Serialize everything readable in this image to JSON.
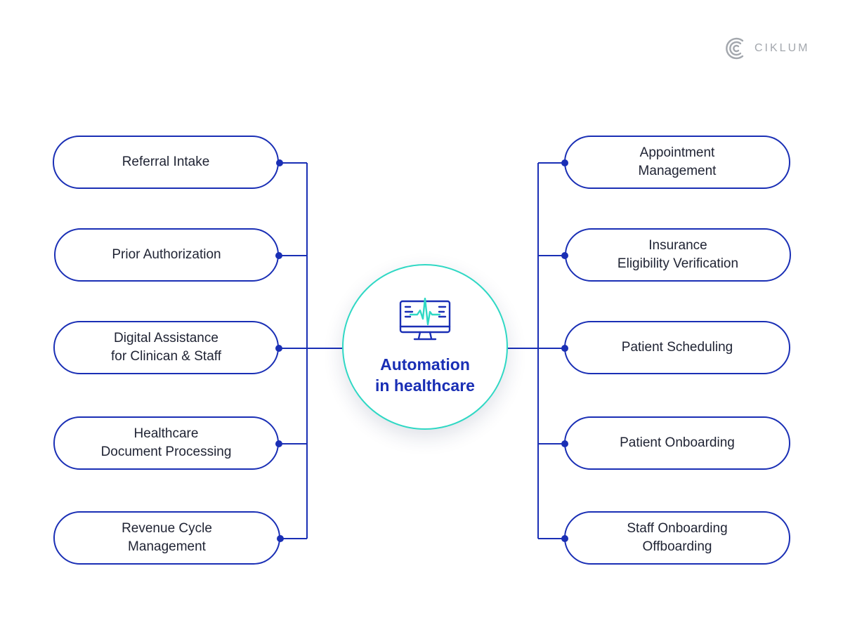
{
  "logo": {
    "text": "CIKLUM",
    "color": "#a3a7ad"
  },
  "center": {
    "title_line1": "Automation",
    "title_line2": "in healthcare",
    "icon": "monitor-heartbeat-icon",
    "ring_color": "#2fd8c4",
    "title_color": "#1a2fb5"
  },
  "colors": {
    "connector": "#1a2fb5",
    "pill_border": "#1a2fb5",
    "text": "#1f2333"
  },
  "left_items": [
    {
      "label": "Referral Intake"
    },
    {
      "label": "Prior Authorization"
    },
    {
      "label": "Digital Assistance\nfor Clinican & Staff"
    },
    {
      "label": "Healthcare\nDocument Processing"
    },
    {
      "label": "Revenue Cycle\nManagement"
    }
  ],
  "right_items": [
    {
      "label": "Appointment\nManagement"
    },
    {
      "label": "Insurance\nEligibility Verification"
    },
    {
      "label": "Patient Scheduling"
    },
    {
      "label": "Patient Onboarding"
    },
    {
      "label": "Staff Onboarding\nOffboarding"
    }
  ]
}
